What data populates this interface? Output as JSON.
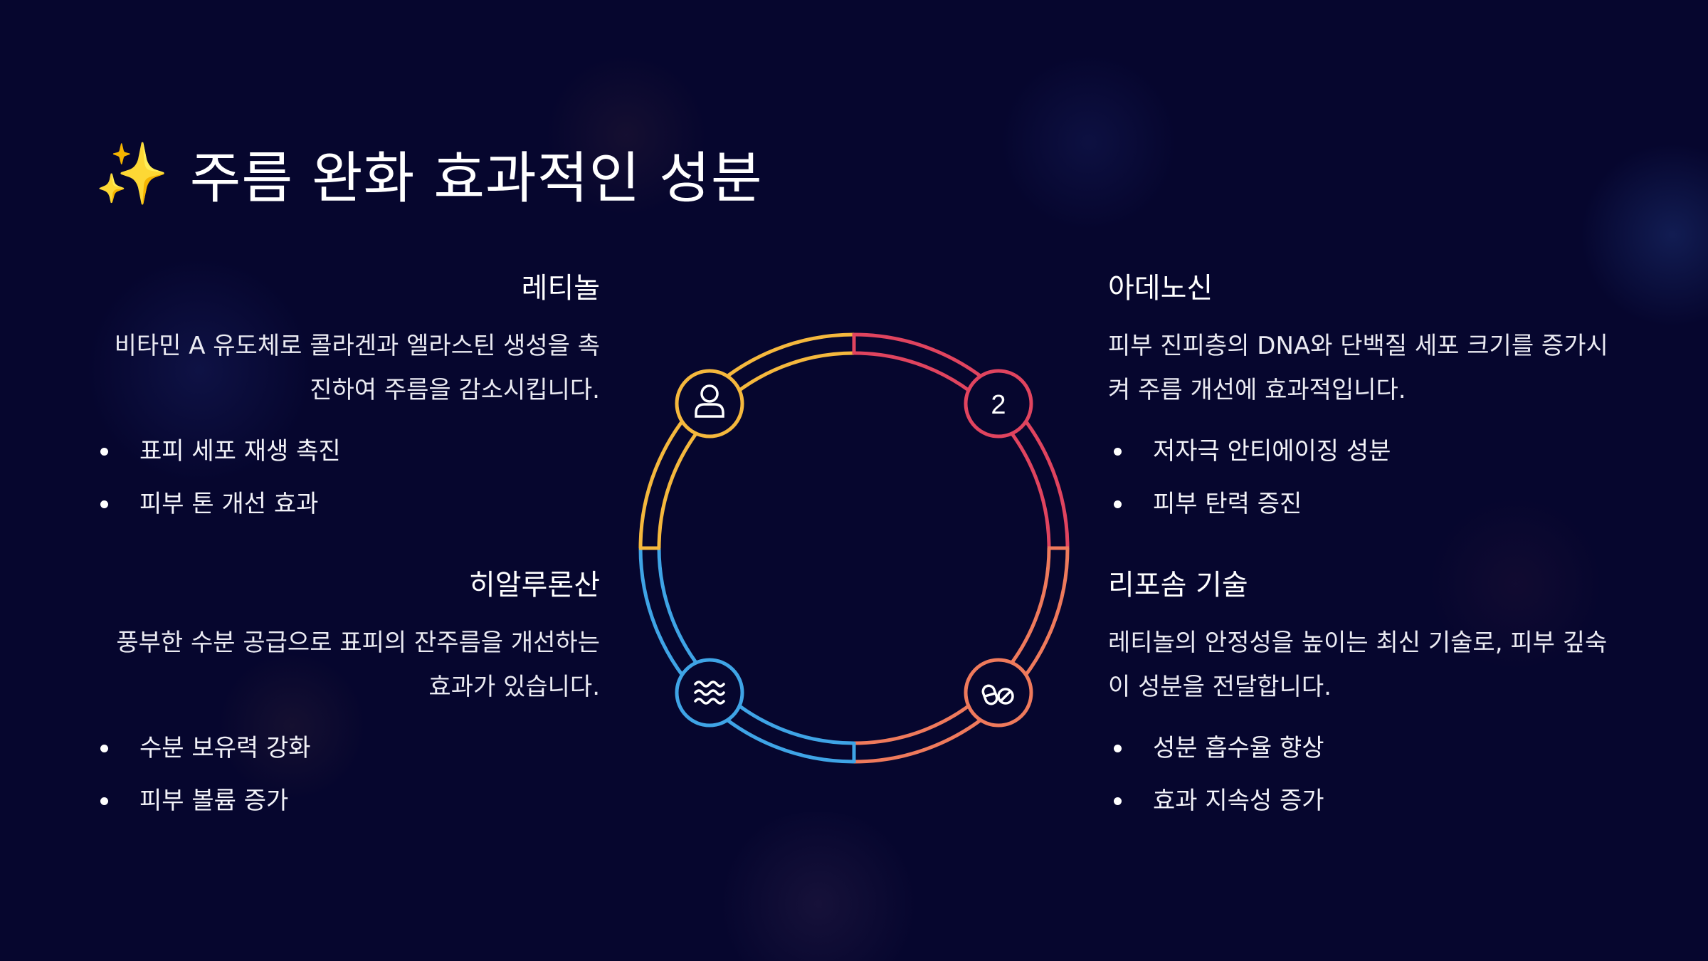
{
  "title": {
    "icon": "sparkles-icon",
    "text": "주름 완화 효과적인 성분"
  },
  "ingredients": [
    {
      "name": "레티놀",
      "description": "비타민 A 유도체로 콜라겐과 엘라스틴 생성을 촉진하여 주름을 감소시킵니다.",
      "points": [
        "표피 세포 재생 촉진",
        "피부 톤 개선 효과"
      ],
      "icon": "person-icon",
      "color": "#f5b83d"
    },
    {
      "name": "아데노신",
      "description": "피부 진피층의 DNA와 단백질 세포 크기를 증가시켜 주름 개선에 효과적입니다.",
      "points": [
        "저자극 안티에이징 성분",
        "피부 탄력 증진"
      ],
      "icon": "number-2-icon",
      "icon_text": "2",
      "color": "#e0445f"
    },
    {
      "name": "히알루론산",
      "description": "풍부한 수분 공급으로 표피의 잔주름을 개선하는 효과가 있습니다.",
      "points": [
        "수분 보유력 강화",
        "피부 볼륨 증가"
      ],
      "icon": "water-waves-icon",
      "color": "#3fa4e6"
    },
    {
      "name": "리포솜 기술",
      "description": "레티놀의 안정성을 높이는 최신 기술로, 피부 깊숙이 성분을 전달합니다.",
      "points": [
        "성분 흡수율 향상",
        "효과 지속성 증가"
      ],
      "icon": "capsules-icon",
      "color": "#ef7a5c"
    }
  ],
  "colors": {
    "background": "#06062e",
    "text": "#ffffff"
  }
}
